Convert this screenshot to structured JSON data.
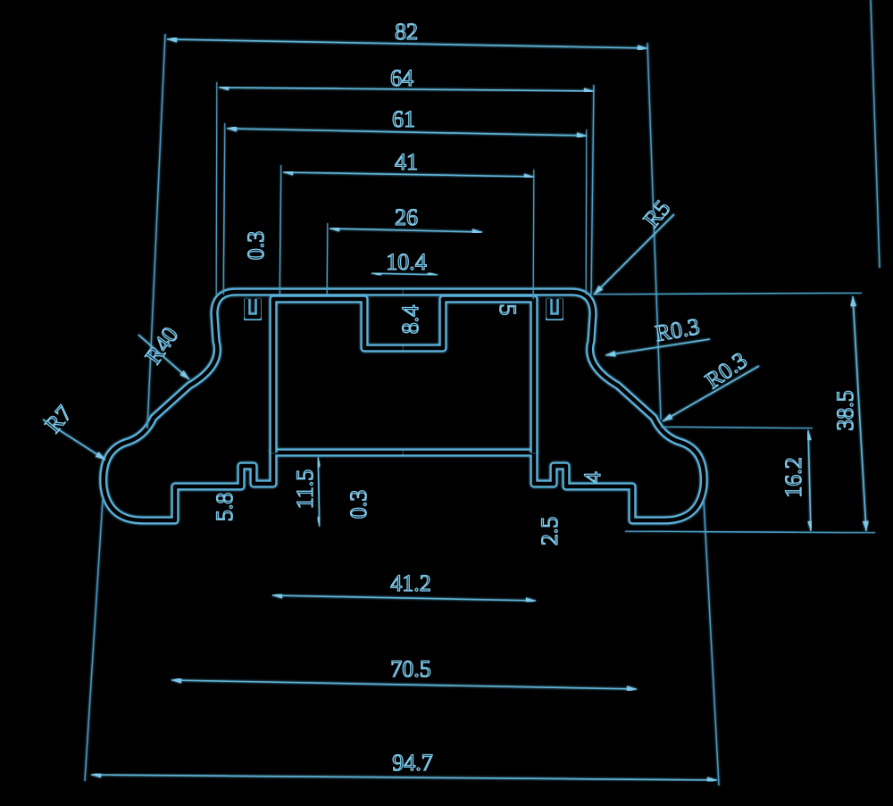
{
  "title": "Aluminum profile cross-section drawing",
  "colors": {
    "line": "#5ab0d8",
    "background": "#000000"
  },
  "dimensions": {
    "d82": "82",
    "d64": "64",
    "d61": "61",
    "d41": "41",
    "d26": "26",
    "d10_4": "10.4",
    "d8_4": "8.4",
    "d0_3_top": "0.3",
    "d5": "5",
    "d38_5": "38.5",
    "d16_2": "16.2",
    "d11_5": "11.5",
    "d0_3_mid": "0.3",
    "d5_8": "5.8",
    "d4": "4",
    "d2_5": "2.5",
    "d41_2": "41.2",
    "d70_5": "70.5",
    "d94_7": "94.7"
  },
  "radii": {
    "r5": "R5",
    "r0_3_a": "R0.3",
    "r0_3_b": "R0.3",
    "r40": "R40",
    "r7": "R7"
  }
}
